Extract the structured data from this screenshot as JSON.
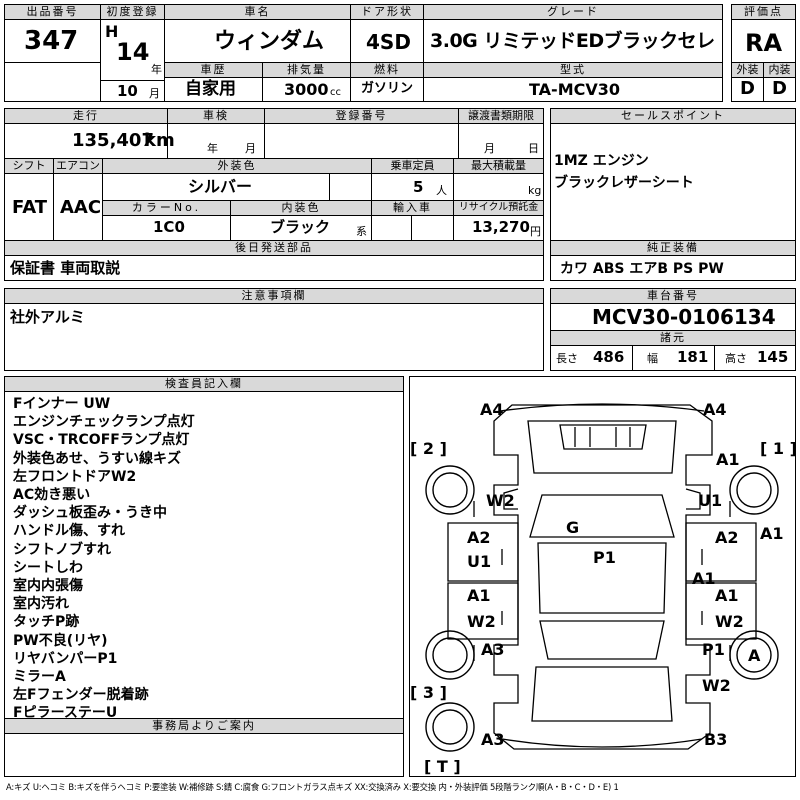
{
  "labels": {
    "lot_number": "出品番号",
    "first_registration": "初度登録",
    "car_name": "車名",
    "door_type": "ドア形状",
    "grade": "グレード",
    "score": "評価点",
    "history": "車歴",
    "displacement": "排気量",
    "fuel": "燃料",
    "model_code": "型式",
    "exterior": "外装",
    "interior": "内装",
    "year_suffix": "年",
    "month_suffix": "月",
    "cc_suffix": "cc",
    "mileage": "走行",
    "inspection": "車検",
    "registration_no": "登録番号",
    "transfer_docs": "譲渡書類期限",
    "year": "年",
    "month": "月",
    "day": "日",
    "sales_points": "セールスポイント",
    "shift": "シフト",
    "aircon": "エアコン",
    "exterior_color": "外装色",
    "capacity": "乗車定員",
    "max_load": "最大積載量",
    "person_unit": "人",
    "kg_unit": "kg",
    "color_no": "カラーNo.",
    "interior_color": "内装色",
    "series_suffix": "系",
    "import": "輸入車",
    "recycle_fee": "リサイクル預託金",
    "yen_unit": "円",
    "later_parts": "後日発送部品",
    "genuine_equipment": "純正装備",
    "notes": "注意事項欄",
    "chassis_no": "車台番号",
    "dimensions": "諸元",
    "length": "長さ",
    "width": "幅",
    "height": "高さ",
    "inspector_notes": "検査員記入欄",
    "office_notes": "事務局よりご案内"
  },
  "values": {
    "lot_number": "347",
    "era": "H",
    "year": "14",
    "month": "10",
    "car_name": "ウィンダム",
    "door_type": "4SD",
    "grade": "3.0G リミテッドEDブラックセレ",
    "score": "RA",
    "history": "自家用",
    "displacement": "3000",
    "fuel": "ガソリン",
    "model_code": "TA-MCV30",
    "exterior_score": "D",
    "interior_score": "D",
    "mileage": "135,407",
    "mileage_unit": "km",
    "shift": "FAT",
    "aircon": "AAC",
    "exterior_color": "シルバー",
    "capacity": "5",
    "color_no": "1C0",
    "interior_color": "ブラック",
    "recycle_fee": "13,270",
    "later_parts": "保証書 車両取説",
    "genuine_equipment": "カワ ABS エアB PS PW",
    "notes": "社外アルミ",
    "chassis_no": "MCV30-0106134",
    "length": "486",
    "width": "181",
    "height": "145"
  },
  "sales_points": [
    "1MZ エンジン",
    "ブラックレザーシート"
  ],
  "inspector_notes": [
    "Fインナー UW",
    "エンジンチェックランプ点灯",
    "VSC・TRCOFFランプ点灯",
    "外装色あせ、うすい線キズ",
    "左フロントドアW2",
    "AC効き悪い",
    "ダッシュ板歪み・うき中",
    "ハンドル傷、すれ",
    "シフトノブすれ",
    "シートしわ",
    "室内内張傷",
    "室内汚れ",
    "タッチP跡",
    "PW不良(リヤ)",
    "リヤバンパーP1",
    "ミラーA",
    "左Fフェンダー脱着跡",
    "FピラーステーU"
  ],
  "diagram": {
    "corners": [
      "[ 2 ]",
      "[ 1 ]",
      "[ 3 ]",
      "[ T ]"
    ],
    "marks": {
      "front_left": "A4",
      "front_right": "A4",
      "wheel_fr": "A1",
      "wheel_fr_u": "U1",
      "side_l_w": "W2",
      "roof": "G",
      "center": "P1",
      "right_a1": "A1",
      "door_l_top": "A2",
      "door_l_u": "U1",
      "door_r_top": "A2",
      "door_r_mid": "A1",
      "door_l_mid": "A1",
      "door_l_w": "W2",
      "door_r_a1": "A1",
      "door_r_w": "W2",
      "rear_l": "A3",
      "rear_r_p": "P1",
      "rear_wheel_a": "A",
      "rear_r_w": "W2",
      "rear_bottom_l": "A3",
      "rear_bottom_r": "B3"
    }
  },
  "legend": "A:キズ U:ヘコミ B:キズを伴うヘコミ P:要塗装 W:補修跡 S:錆 C:腐食 G:フロントガラス点キズ XX:交換済み X:要交換 内・外装評価 5段階ランク順(A・B・C・D・E) 1"
}
